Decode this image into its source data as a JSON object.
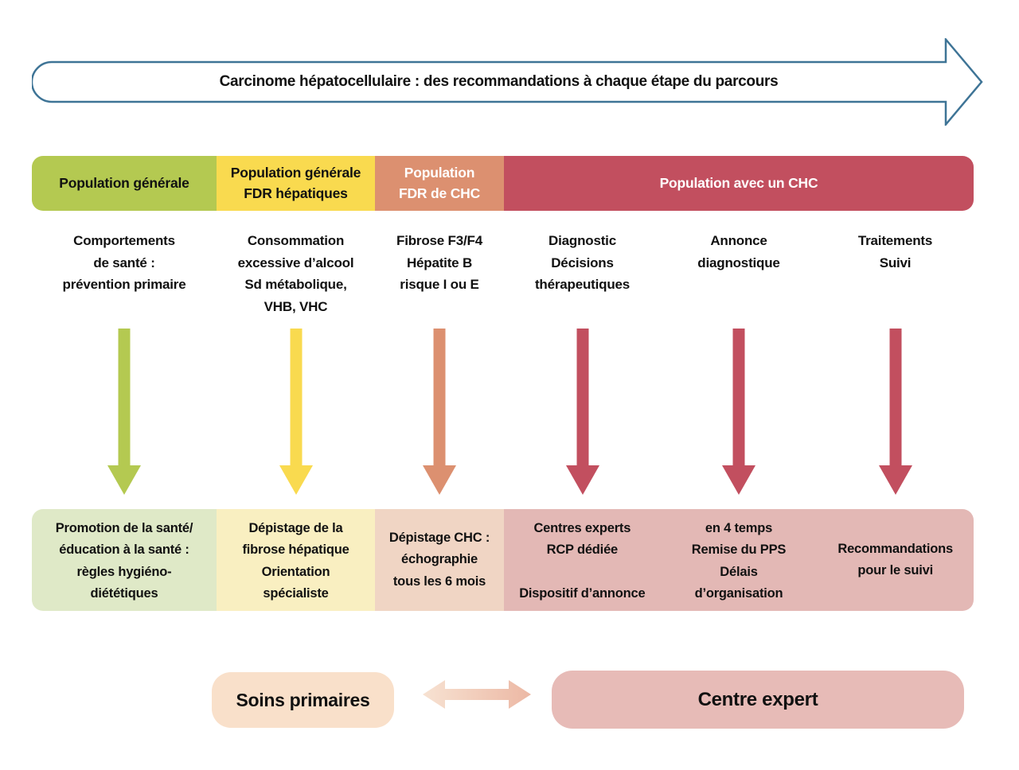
{
  "banner": {
    "title": "Carcinome hépatocellulaire : des recommandations à chaque étape du parcours",
    "border_color": "#3e7496"
  },
  "population_headers": [
    {
      "label": "Population générale",
      "bg": "#b4c951",
      "text_color": "#111111"
    },
    {
      "label": "Population générale\nFDR hépatiques",
      "bg": "#f9da4f",
      "text_color": "#111111"
    },
    {
      "label": "Population\nFDR de CHC",
      "bg": "#dc9070",
      "text_color": "#ffffff"
    },
    {
      "label": "Population avec un CHC",
      "bg": "#c24f5f",
      "text_color": "#ffffff"
    }
  ],
  "pathway_steps": [
    {
      "description": "Comportements\nde santé :\nprévention primaire",
      "arrow_color": "#b4c951"
    },
    {
      "description": "Consommation\nexcessive d’alcool\nSd métabolique,\nVHB, VHC",
      "arrow_color": "#f9da4f"
    },
    {
      "description": "Fibrose F3/F4\nHépatite B\nrisque I ou E",
      "arrow_color": "#dc9070"
    },
    {
      "description": "Diagnostic\nDécisions\nthérapeutiques",
      "arrow_color": "#c24f5f"
    },
    {
      "description": "Annonce\ndiagnostique",
      "arrow_color": "#c24f5f"
    },
    {
      "description": "Traitements\nSuivi",
      "arrow_color": "#c24f5f"
    }
  ],
  "outcome_boxes": [
    {
      "text": "Promotion de la santé/\néducation à la santé :\nrègles hygiéno-\ndiététiques",
      "bg": "#dfe9c7"
    },
    {
      "text": "Dépistage de la\nfibrose hépatique\nOrientation\nspécialiste",
      "bg": "#f9efc1"
    },
    {
      "text": "Dépistage CHC :\néchographie\ntous les 6 mois",
      "bg": "#f0d5c4"
    },
    {
      "bg": "#e3b8b5",
      "columns": [
        {
          "text": "Centres experts\nRCP dédiée\n\nDispositif d’annonce"
        },
        {
          "text": "en 4 temps\nRemise du PPS\nDélais\nd’organisation"
        },
        {
          "text": "Recommandations\npour le suivi"
        }
      ]
    }
  ],
  "footer": {
    "primary_care_label": "Soins primaires",
    "primary_care_bg": "#f9e0ca",
    "expert_center_label": "Centre expert",
    "expert_center_bg": "#e7bbb7",
    "link_arrow_gradient": [
      "#f7e2d2",
      "#ecb8a4"
    ]
  }
}
